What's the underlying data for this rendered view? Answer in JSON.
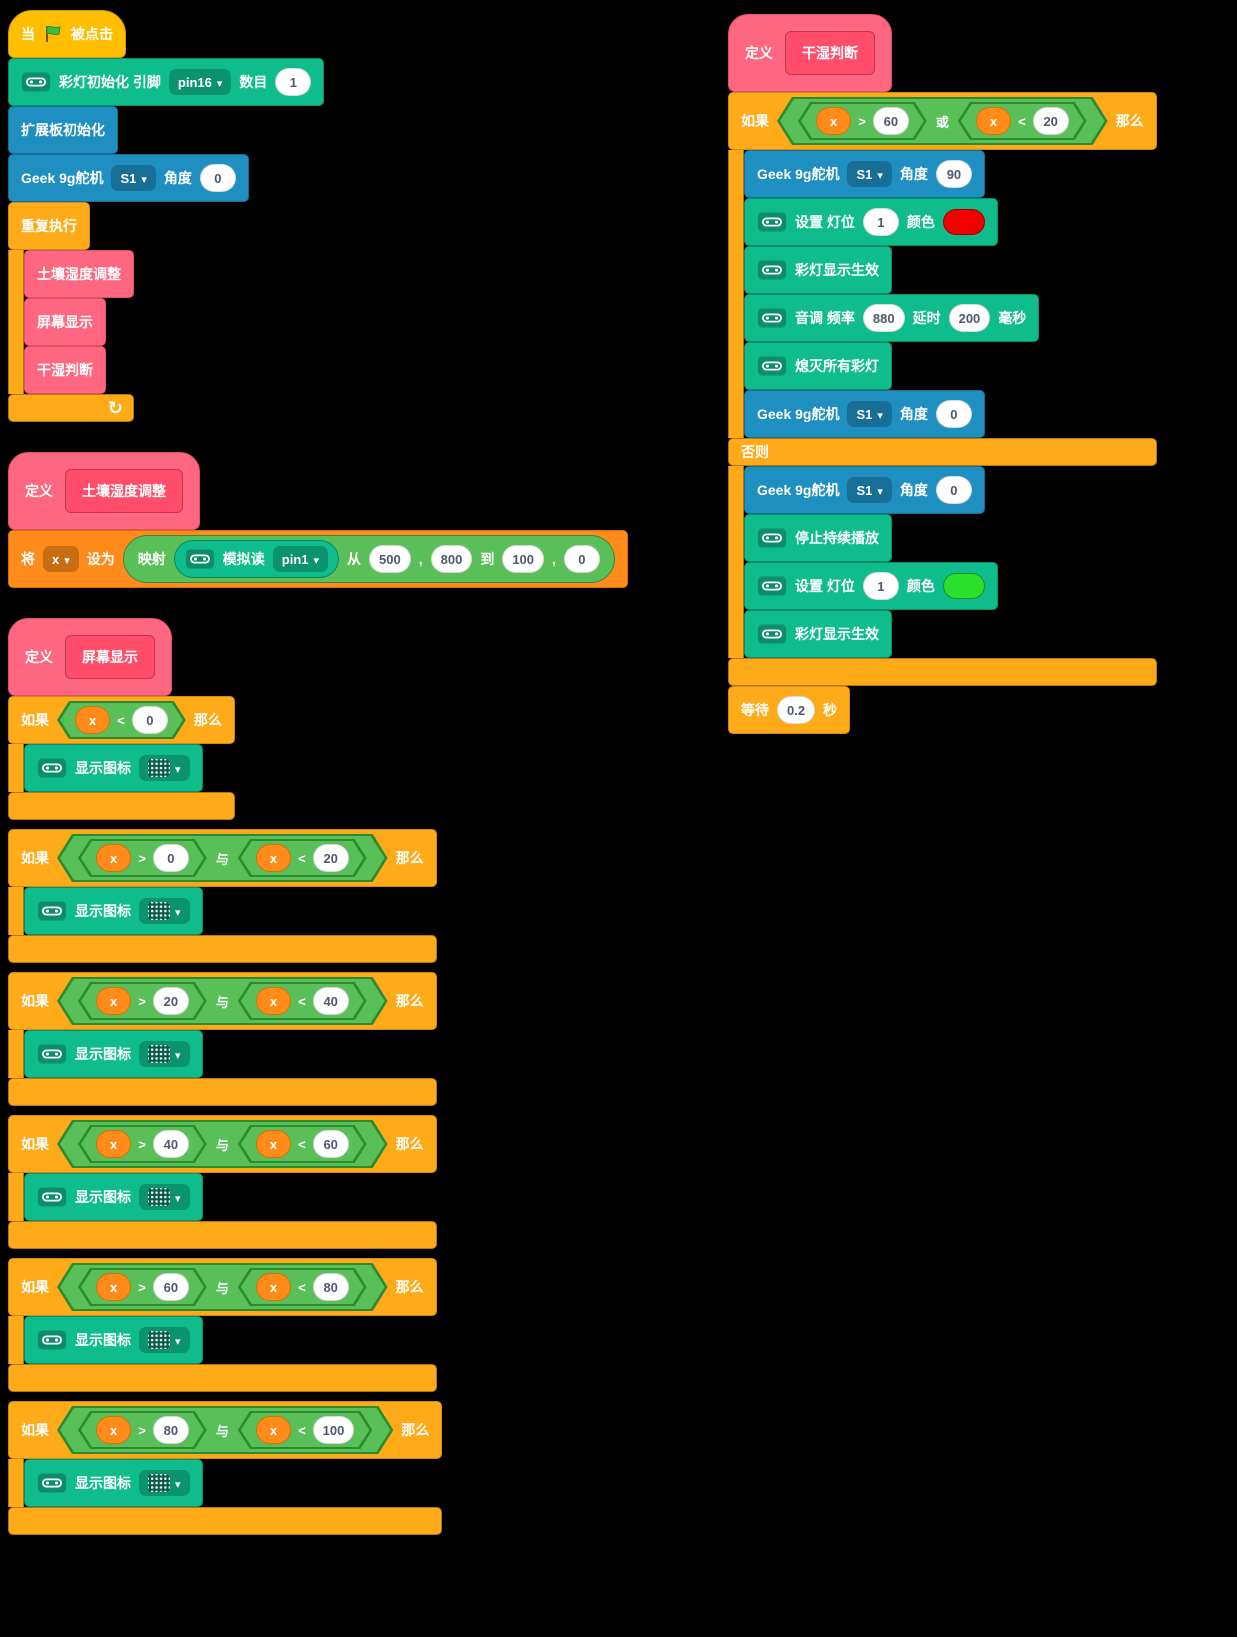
{
  "colors": {
    "event_yellow": "#FFBF00",
    "control_orange": "#FFAB19",
    "variable_orange": "#FF8C1A",
    "custom_block_pink": "#FF6680",
    "operator_green": "#59C059",
    "microbit_teal": "#0FBD8C",
    "extension_blue": "#1E8FC0",
    "led_red": "#F20000",
    "led_green": "#2BE02B",
    "background": "#000000"
  },
  "icons": {
    "flag": "green-flag",
    "loop": "loop-arrow",
    "microbit": "microbit-logo",
    "caret": "caret-down",
    "led_grid": "led-pattern-grid"
  },
  "main_script": {
    "when_flag": {
      "prefix": "当",
      "suffix": "被点击"
    },
    "rgb_init": {
      "label_pin": "彩灯初始化 引脚",
      "pin": "pin16",
      "label_count": "数目",
      "count": "1"
    },
    "board_init": {
      "label": "扩展板初始化"
    },
    "servo_init": {
      "label": "Geek 9g舵机",
      "port": "S1",
      "angle_label": "角度",
      "angle": "0"
    },
    "forever": {
      "label": "重复执行",
      "calls": [
        "土壤湿度调整",
        "屏幕显示",
        "干湿判断"
      ]
    }
  },
  "soil_script": {
    "define_label": "定义",
    "name": "土壤湿度调整",
    "set_label": "将",
    "variable": "x",
    "to_label": "设为",
    "map": {
      "label": "映射",
      "from_label": "从",
      "comma": ",",
      "to_label": "到",
      "from_low": "500",
      "from_high": "800",
      "to_low": "100",
      "to_high": "0"
    },
    "analog": {
      "label": "模拟读",
      "pin": "pin1"
    }
  },
  "display_script": {
    "define_label": "定义",
    "name": "屏幕显示",
    "if_label": "如果",
    "then_label": "那么",
    "and_label": "与",
    "var": "x",
    "gt": ">",
    "lt": "<",
    "display_icon_label": "显示图标",
    "branches": [
      {
        "value": "0",
        "icon": "led-pattern-level-0"
      },
      {
        "low": "0",
        "high": "20",
        "icon": "led-pattern-level-1"
      },
      {
        "low": "20",
        "high": "40",
        "icon": "led-pattern-level-2"
      },
      {
        "low": "40",
        "high": "60",
        "icon": "led-pattern-level-3"
      },
      {
        "low": "60",
        "high": "80",
        "icon": "led-pattern-level-4"
      },
      {
        "low": "80",
        "high": "100",
        "icon": "led-pattern-level-5"
      }
    ]
  },
  "judge_script": {
    "define_label": "定义",
    "name": "干湿判断",
    "if_label": "如果",
    "then_label": "那么",
    "else_label": "否则",
    "or_label": "或",
    "var": "x",
    "gt": ">",
    "gt_value": "60",
    "lt": "<",
    "lt_value": "20",
    "servo_open": {
      "label": "Geek 9g舵机",
      "port": "S1",
      "angle_label": "角度",
      "angle": "90"
    },
    "set_led_red": {
      "label": "设置 灯位",
      "index": "1",
      "color_label": "颜色",
      "color": "#F20000"
    },
    "led_show1": {
      "label": "彩灯显示生效"
    },
    "tone": {
      "label_freq": "音调 频率",
      "freq": "880",
      "label_delay": "延时",
      "delay": "200",
      "unit": "毫秒"
    },
    "led_off": {
      "label": "熄灭所有彩灯"
    },
    "servo_close": {
      "label": "Geek 9g舵机",
      "port": "S1",
      "angle_label": "角度",
      "angle": "0"
    },
    "servo_close2": {
      "label": "Geek 9g舵机",
      "port": "S1",
      "angle_label": "角度",
      "angle": "0"
    },
    "stop_play": {
      "label": "停止持续播放"
    },
    "set_led_green": {
      "label": "设置 灯位",
      "index": "1",
      "color_label": "颜色",
      "color": "#2BE02B"
    },
    "led_show2": {
      "label": "彩灯显示生效"
    },
    "wait": {
      "label": "等待",
      "seconds": "0.2",
      "unit": "秒"
    }
  }
}
